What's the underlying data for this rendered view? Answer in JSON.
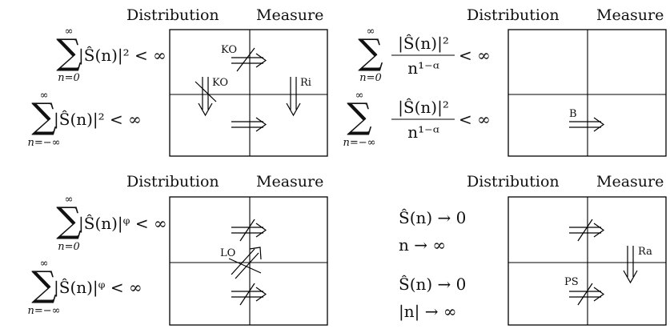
{
  "headers": {
    "distribution": "Distribution",
    "measure": "Measure"
  },
  "panel1": {
    "row1": {
      "sum_top": "∞",
      "sum_bottom": "n=0",
      "expr": "|Ŝ(n)|² < ∞"
    },
    "row2": {
      "sum_top": "∞",
      "sum_bottom": "n=−∞",
      "expr": "|Ŝ(n)|² < ∞"
    },
    "labels": {
      "ko_top": "KO",
      "ko_left": "KO",
      "ri": "Ri"
    }
  },
  "panel2": {
    "row1": {
      "sum_top": "∞",
      "sum_bottom": "n=0",
      "numerator": "|Ŝ(n)|²",
      "denominator": "n¹⁻ᵅ",
      "tail": "< ∞"
    },
    "row2": {
      "sum_top": "∞",
      "sum_bottom": "n=−∞",
      "numerator": "|Ŝ(n)|²",
      "denominator": "n¹⁻ᵅ",
      "tail": "< ∞"
    },
    "labels": {
      "b": "B"
    }
  },
  "panel3": {
    "row1": {
      "sum_top": "∞",
      "sum_bottom": "n=0",
      "expr": "|Ŝ(n)|ᵠ < ∞"
    },
    "row2": {
      "sum_top": "∞",
      "sum_bottom": "n=−∞",
      "expr": "|Ŝ(n)|ᵠ < ∞"
    },
    "labels": {
      "lo": "LO"
    }
  },
  "panel4": {
    "row1": {
      "line1": "Ŝ(n) → 0",
      "line2": "n → ∞"
    },
    "row2": {
      "line1": "Ŝ(n) → 0",
      "line2": "|n| → ∞"
    },
    "labels": {
      "ra": "Ra",
      "ps": "PS"
    }
  }
}
